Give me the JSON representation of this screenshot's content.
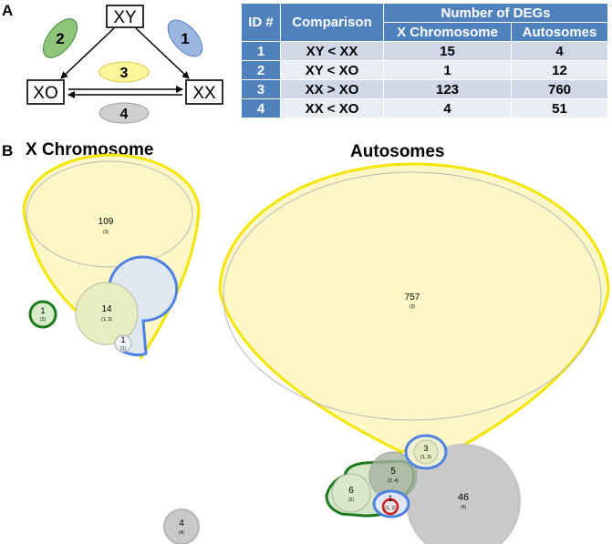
{
  "panel_a": {
    "letter": "A",
    "nodes": {
      "xy": "XY",
      "xo": "XO",
      "xx": "XX"
    },
    "ovals": [
      {
        "label": "1",
        "color": "#9bb7e0"
      },
      {
        "label": "2",
        "color": "#8fc57a"
      },
      {
        "label": "3",
        "color": "#fff79a"
      },
      {
        "label": "4",
        "color": "#d0d0d0"
      }
    ]
  },
  "table": {
    "headers": {
      "id": "ID #",
      "comparison": "Comparison",
      "group": "Number of DEGs",
      "x": "X Chromosome",
      "auto": "Autosomes"
    },
    "rows": [
      {
        "id": "1",
        "comparison": "XY < XX",
        "x": "15",
        "auto": "4"
      },
      {
        "id": "2",
        "comparison": "XY < XO",
        "x": "1",
        "auto": "12"
      },
      {
        "id": "3",
        "comparison": "XX > XO",
        "x": "123",
        "auto": "760"
      },
      {
        "id": "4",
        "comparison": "XX < XO",
        "x": "4",
        "auto": "51"
      }
    ]
  },
  "panel_b": {
    "letter": "B",
    "x_title": "X Chromosome",
    "auto_title": "Autosomes",
    "x_regions": [
      {
        "count": "109",
        "ids": "(3)"
      },
      {
        "count": "14",
        "ids": "(1, 3)"
      },
      {
        "count": "1",
        "ids": "(1)"
      },
      {
        "count": "1",
        "ids": "(2)"
      },
      {
        "count": "4",
        "ids": "(4)"
      }
    ],
    "auto_regions": [
      {
        "count": "757",
        "ids": "(3)"
      },
      {
        "count": "3",
        "ids": "(1, 3)"
      },
      {
        "count": "5",
        "ids": "(2, 4)"
      },
      {
        "count": "6",
        "ids": "(2)"
      },
      {
        "count": "1",
        "ids": "(1, 2)"
      },
      {
        "count": "46",
        "ids": "(4)"
      }
    ]
  }
}
